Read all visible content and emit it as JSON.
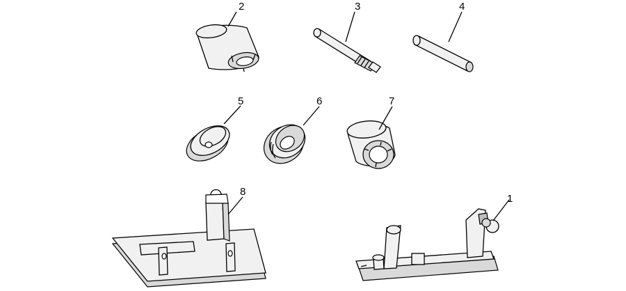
{
  "figure": {
    "callouts": [
      "1",
      "2",
      "3",
      "4",
      "5",
      "6",
      "7",
      "8"
    ]
  },
  "parts": [
    {
      "id": "1",
      "icon": "engine-stand-fixture-icon"
    },
    {
      "id": "2",
      "icon": "slotted-socket-wrench-icon"
    },
    {
      "id": "3",
      "icon": "threaded-drift-rod-icon"
    },
    {
      "id": "4",
      "icon": "pin-punch-icon"
    },
    {
      "id": "5",
      "icon": "installer-disc-icon"
    },
    {
      "id": "6",
      "icon": "grooved-installer-disc-icon"
    },
    {
      "id": "7",
      "icon": "slotted-ring-nut-socket-icon"
    },
    {
      "id": "8",
      "icon": "support-base-fixture-icon"
    }
  ]
}
